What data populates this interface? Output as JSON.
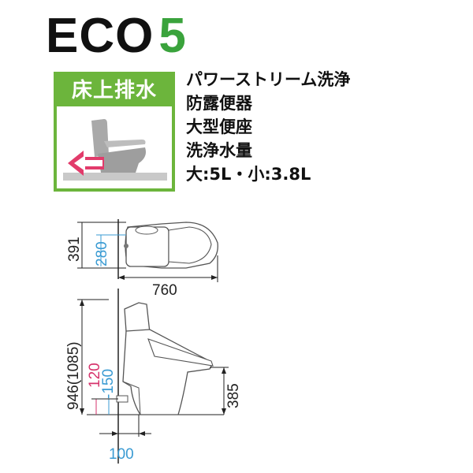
{
  "header": {
    "eco_word": "ECO",
    "eco_number": "5"
  },
  "badge": {
    "label": "床上排水"
  },
  "specs": [
    "パワーストリーム洗浄",
    "防露便器",
    "大型便座",
    "洗浄水量",
    "大:5L・小:3.8L"
  ],
  "dimensions": {
    "top_depth": "391",
    "top_tank_depth": "280",
    "length": "760",
    "height": "946(1085)",
    "seat_height": "385",
    "outlet_height_a": "120",
    "outlet_height_b": "150",
    "outlet_offset": "100"
  },
  "colors": {
    "accent_green": "#6cb53c",
    "dim_blue": "#3a9bd3",
    "dim_pink": "#d6336c"
  }
}
